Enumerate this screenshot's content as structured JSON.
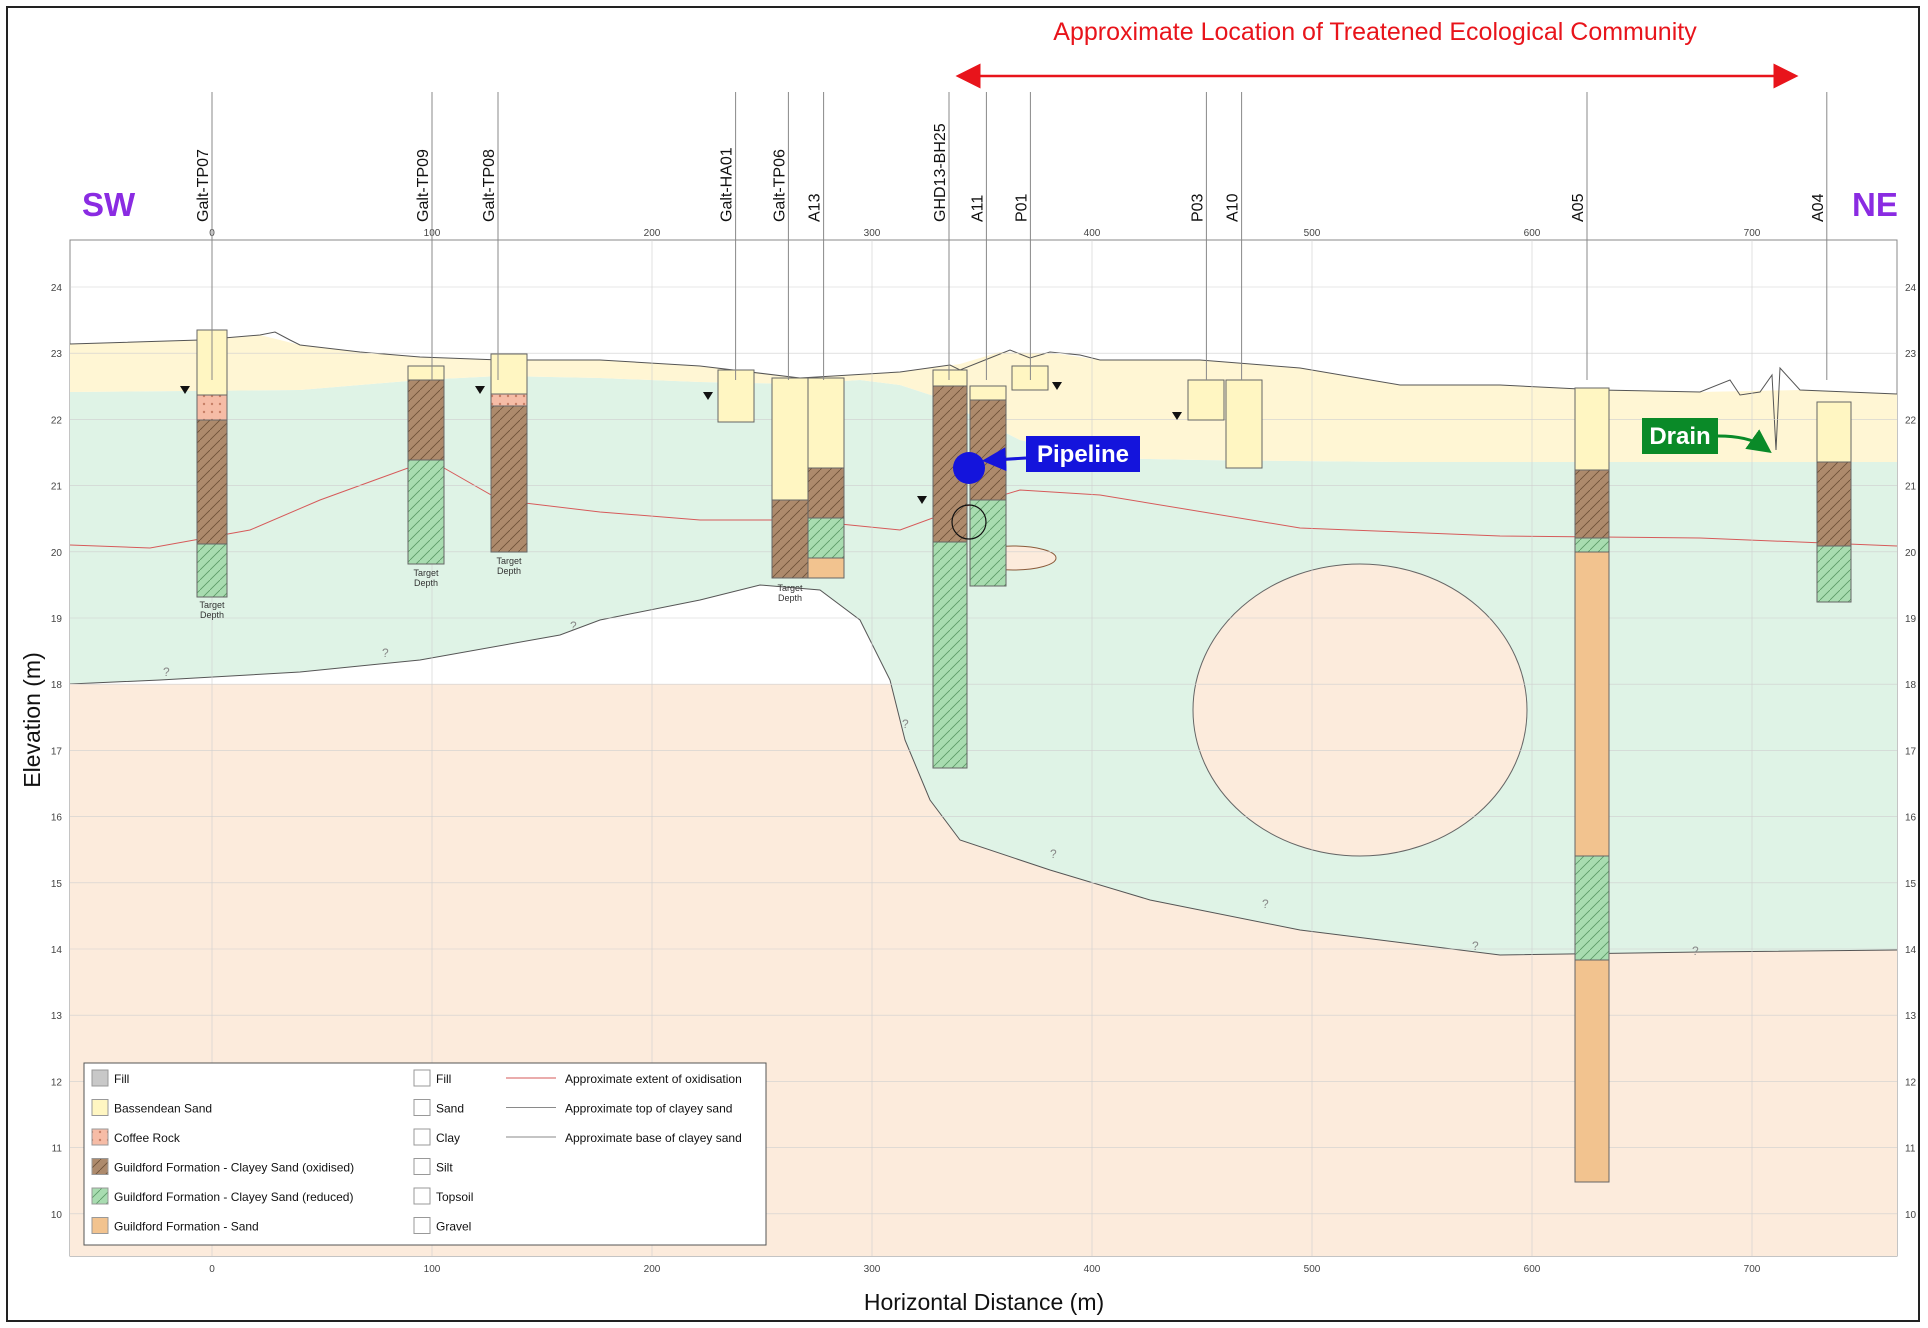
{
  "header": {
    "banner": "Approximate Location of Treatened Ecological Community",
    "left_direction": "SW",
    "right_direction": "NE"
  },
  "axes": {
    "xlabel": "Horizontal Distance (m)",
    "ylabel": "Elevation (m)",
    "x_ticks": [
      "0",
      "100",
      "200",
      "300",
      "400",
      "500",
      "600",
      "700"
    ],
    "y_ticks": [
      "24",
      "23",
      "22",
      "21",
      "20",
      "19",
      "18",
      "17",
      "16",
      "15",
      "14",
      "13",
      "12",
      "11",
      "10"
    ]
  },
  "boreholes": [
    {
      "name": "Galt-TP07",
      "x": 0
    },
    {
      "name": "Galt-TP09",
      "x": 100
    },
    {
      "name": "Galt-TP08",
      "x": 130
    },
    {
      "name": "Galt-HA01",
      "x": 238
    },
    {
      "name": "Galt-TP06",
      "x": 262
    },
    {
      "name": "A13",
      "x": 278
    },
    {
      "name": "GHD13-BH25",
      "x": 335
    },
    {
      "name": "A11",
      "x": 352
    },
    {
      "name": "P01",
      "x": 372
    },
    {
      "name": "P03",
      "x": 452
    },
    {
      "name": "A10",
      "x": 468
    },
    {
      "name": "A05",
      "x": 625
    },
    {
      "name": "A04",
      "x": 734
    }
  ],
  "callouts": {
    "pipeline": "Pipeline",
    "drain": "Drain",
    "target_depth": "Target\nDepth",
    "question": "?"
  },
  "legend": {
    "col1": [
      "Fill",
      "Bassendean Sand",
      "Coffee Rock",
      "Guildford Formation - Clayey Sand (oxidised)",
      "Guildford Formation - Clayey Sand (reduced)",
      "Guildford Formation - Sand"
    ],
    "col2": [
      "Fill",
      "Sand",
      "Clay",
      "Silt",
      "Topsoil",
      "Gravel"
    ],
    "col3": [
      "Approximate extent of oxidisation",
      "Approximate top of clayey sand",
      "Approximate base of clayey sand"
    ]
  },
  "colors": {
    "fill": "#c8c8c8",
    "bassendean_sand": "#fff6c2",
    "coffee_rock": "#f6bca6",
    "oxidised": "#ad8a6c",
    "reduced": "#a8dcb0",
    "guildford_sand": "#f2c38f",
    "zone_sand": "#fcebdc",
    "zone_green": "#dff3e6",
    "zone_yellow": "#fff6d4",
    "banner": "#e8141b",
    "direction": "#8a2be2",
    "pipeline": "#1414dc",
    "drain": "#0a8a28"
  }
}
